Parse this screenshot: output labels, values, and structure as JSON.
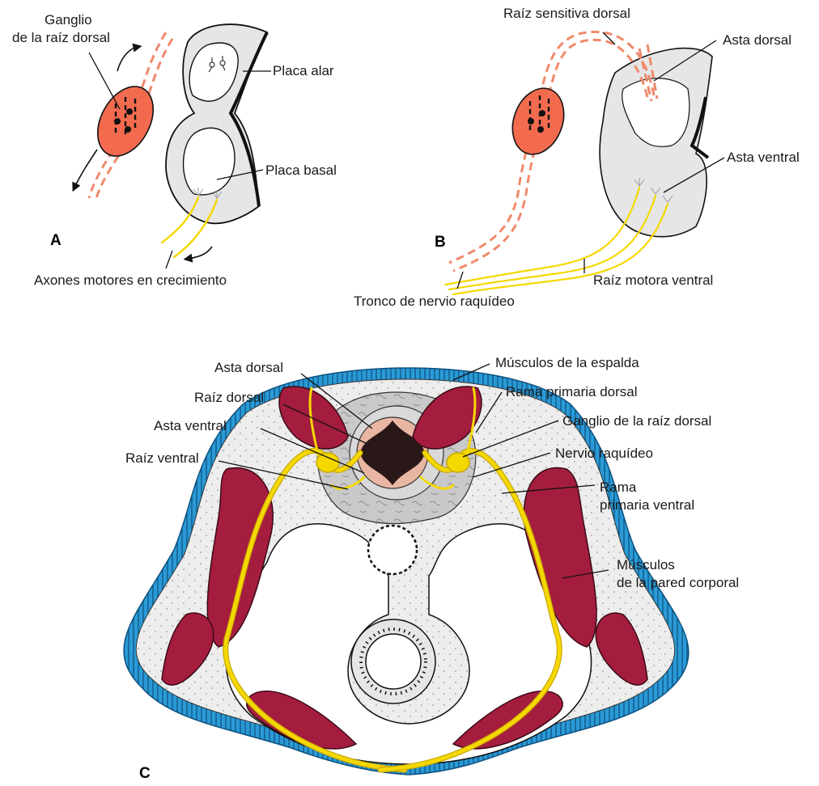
{
  "panels": {
    "a": "A",
    "b": "B",
    "c": "C"
  },
  "labels": {
    "a_ganglio_line1": "Ganglio",
    "a_ganglio_line2": "de la raíz dorsal",
    "a_placa_alar": "Placa alar",
    "a_placa_basal": "Placa basal",
    "a_axones": "Axones motores en crecimiento",
    "b_raiz_sensitiva": "Raíz sensitiva dorsal",
    "b_asta_dorsal": "Asta dorsal",
    "b_asta_ventral": "Asta ventral",
    "b_raiz_motora": "Raíz motora ventral",
    "b_tronco": "Tronco de nervio raquídeo",
    "c_asta_dorsal": "Asta dorsal",
    "c_raiz_dorsal": "Raíz dorsal",
    "c_asta_ventral": "Asta ventral",
    "c_raiz_ventral": "Raíz ventral",
    "c_musculos_espalda": "Músculos de la espalda",
    "c_rama_dorsal": "Rama primaria dorsal",
    "c_ganglio": "Ganglio de la raíz dorsal",
    "c_nervio": "Nervio raquídeo",
    "c_rama_ventral_line1": "Rama",
    "c_rama_ventral_line2": "primaria ventral",
    "c_musculos_pared_line1": "Músculos",
    "c_musculos_pared_line2": "de la pared corporal"
  },
  "colors": {
    "ganglion": "#f26b4f",
    "nerve": "#f5d800",
    "muscle": "#a51d3e",
    "skin": "#2a9ad6",
    "neural_tissue": "#e6e6e6",
    "mesenchyme": "#f0f0f0",
    "vertebra": "#c8c8c8",
    "gray_matter": "#2a1818"
  }
}
